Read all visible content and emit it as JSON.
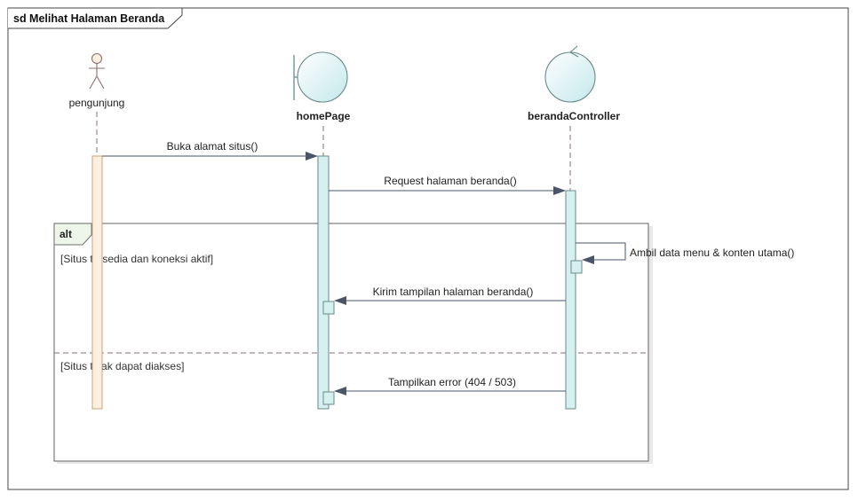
{
  "frame": {
    "title": "sd Melihat Halaman Beranda"
  },
  "participants": [
    {
      "id": "pengunjung",
      "name": "pengunjung",
      "kind": "actor"
    },
    {
      "id": "homePage",
      "name": "homePage",
      "kind": "boundary"
    },
    {
      "id": "berandaController",
      "name": "berandaController",
      "kind": "control"
    }
  ],
  "messages": [
    {
      "id": "buka",
      "label": "Buka alamat situs()",
      "from": "pengunjung",
      "to": "homePage"
    },
    {
      "id": "request",
      "label": "Request halaman beranda()",
      "from": "homePage",
      "to": "berandaController"
    },
    {
      "id": "ambil",
      "label": "Ambil data menu & konten utama()",
      "from": "berandaController",
      "to": "berandaController"
    },
    {
      "id": "kirim",
      "label": "Kirim tampilan halaman beranda()",
      "from": "berandaController",
      "to": "homePage"
    },
    {
      "id": "error",
      "label": "Tampilkan error (404 / 503)",
      "from": "berandaController",
      "to": "homePage"
    }
  ],
  "fragment": {
    "operator": "alt",
    "guards": [
      "[Situs tersedia dan koneksi aktif]",
      "[Situs tidak dapat diakses]"
    ]
  },
  "colors": {
    "border": "#444444",
    "lifeline": "#8a6f6f",
    "arrow": "#4a5568",
    "actor_fill": "#fdf0e0",
    "object_fill": "#d6f0f0",
    "object_stroke": "#6a8a8a",
    "fragment_stroke": "#6f6f6f"
  }
}
